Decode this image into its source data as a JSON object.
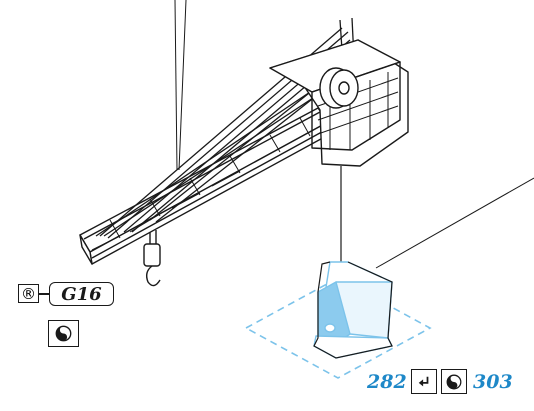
{
  "part_callout": {
    "registered_symbol": "®",
    "part_code": "G16",
    "swap_icon": "yin-yang-icon"
  },
  "page_refs": {
    "from_page": "282",
    "to_page": "303",
    "return_icon": "return-arrow-icon",
    "swap_icon": "yin-yang-icon",
    "color": "#1e88c8"
  },
  "colors": {
    "line": "#1a1a1a",
    "highlight": "#8ccbee",
    "dashed_outline": "#7cc3ea"
  }
}
